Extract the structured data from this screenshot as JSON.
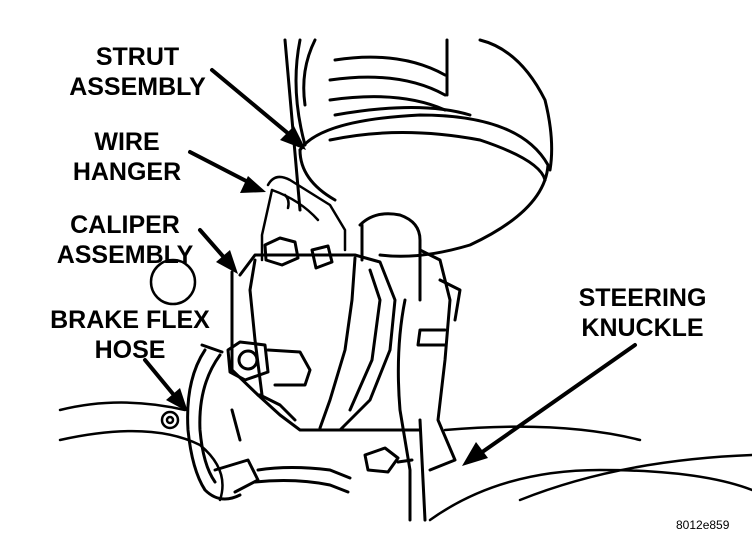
{
  "labels": {
    "strut_line1": "STRUT",
    "strut_line2": "ASSEMBLY",
    "wire_line1": "WIRE",
    "wire_line2": "HANGER",
    "caliper_line1": "CALIPER",
    "caliper_line2": "ASSEMBLY",
    "hose_line1": "BRAKE FLEX",
    "hose_line2": "HOSE",
    "knuckle_line1": "STEERING",
    "knuckle_line2": "KNUCKLE"
  },
  "figure_code": "8012e859",
  "colors": {
    "ink": "#000000",
    "paper": "#ffffff"
  }
}
